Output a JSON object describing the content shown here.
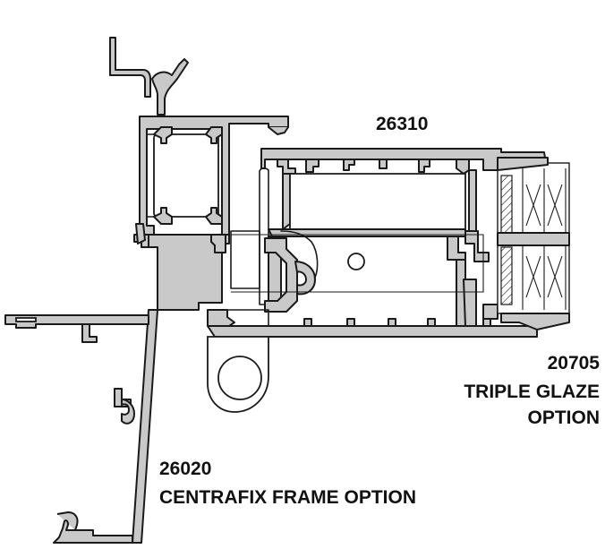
{
  "labels": {
    "sash_code": "26310",
    "glaze_code": "20705",
    "glaze_text_line1": "TRIPLE GLAZE",
    "glaze_text_line2": "OPTION",
    "frame_code": "26020",
    "frame_text": "CENTRAFIX FRAME OPTION"
  }
}
